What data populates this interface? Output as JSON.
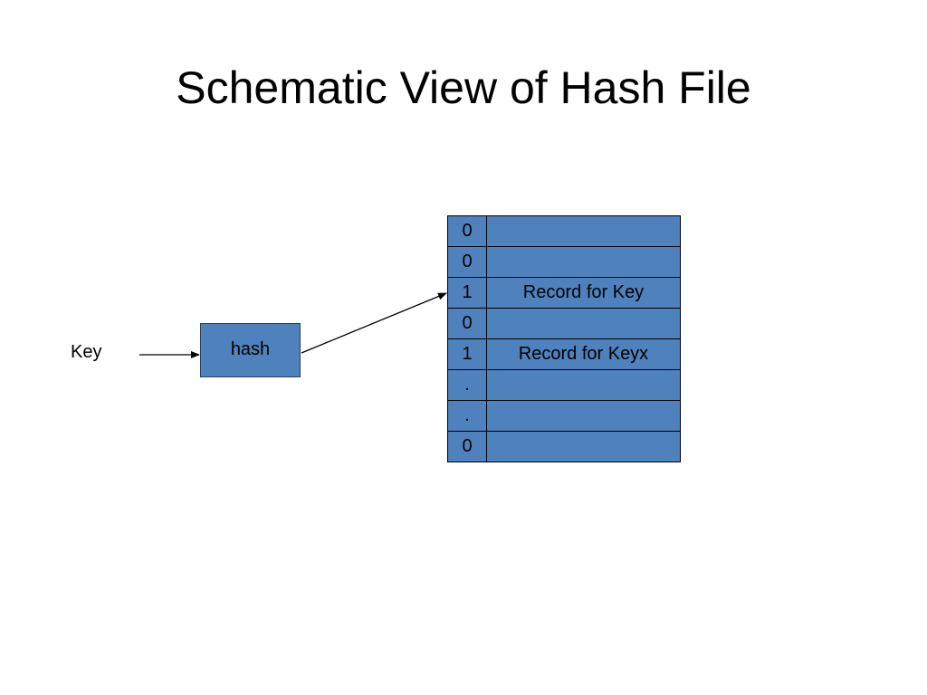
{
  "title": "Schematic View of Hash File",
  "input_label": "Key",
  "function_label": "hash",
  "table_rows": [
    {
      "bit": "0",
      "record": ""
    },
    {
      "bit": "0",
      "record": ""
    },
    {
      "bit": "1",
      "record": "Record for Key"
    },
    {
      "bit": "0",
      "record": ""
    },
    {
      "bit": "1",
      "record": "Record for Keyx"
    },
    {
      "bit": ".",
      "record": ""
    },
    {
      "bit": ".",
      "record": ""
    },
    {
      "bit": "0",
      "record": ""
    }
  ],
  "colors": {
    "box_fill": "#4f81bd",
    "border": "#000000"
  }
}
